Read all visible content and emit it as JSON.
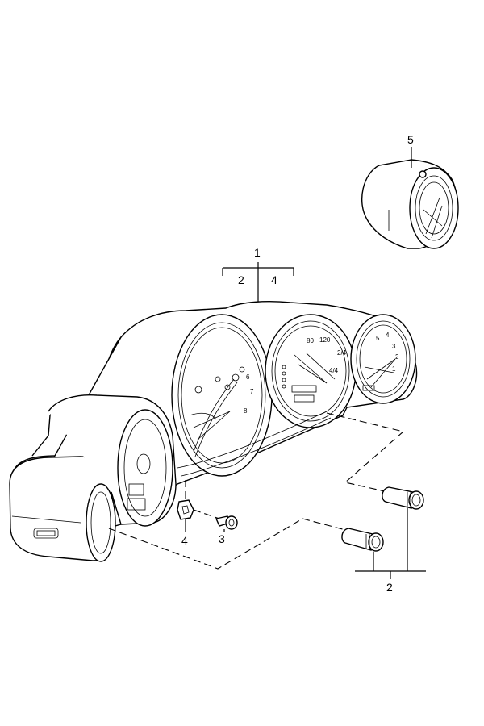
{
  "callouts": {
    "main_part": "1",
    "main_sub_left": "2",
    "main_sub_right": "4",
    "gauge_clock": "5",
    "screw": "3",
    "clip": "4",
    "knobs": "2"
  },
  "gauge_marks": {
    "speedo_a": "80",
    "speedo_b": "120",
    "speedo_c": "4/4",
    "speedo_d": "2/4",
    "tacho_a": "6",
    "tacho_b": "7",
    "tacho_c": "8",
    "right_a": "5",
    "right_b": "4",
    "right_c": "3",
    "right_d": "2",
    "right_e": "1"
  }
}
